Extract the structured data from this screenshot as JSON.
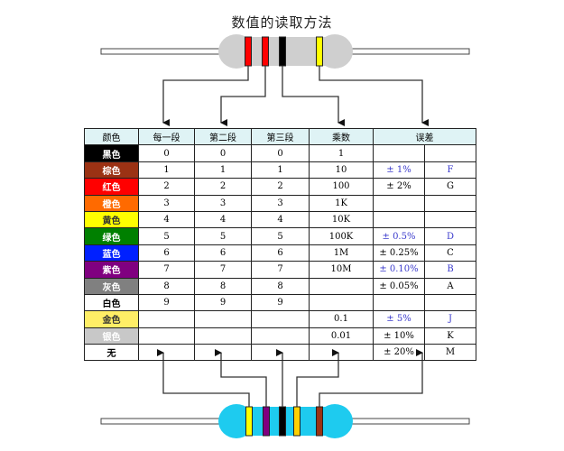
{
  "title": "数值的读取方法",
  "table": {
    "headers": [
      "颜色",
      "每一段",
      "第二段",
      "第三段",
      "乘数",
      "误差"
    ],
    "rows": [
      {
        "color": "黑色",
        "bg": "#000000",
        "fg": "#ffffff",
        "d1": "0",
        "d2": "0",
        "d3": "0",
        "mult": "1",
        "tol": "",
        "code": "",
        "blue": false
      },
      {
        "color": "棕色",
        "bg": "#9b3214",
        "fg": "#ffffff",
        "d1": "1",
        "d2": "1",
        "d3": "1",
        "mult": "10",
        "tol": "± 1%",
        "code": "F",
        "blue": true
      },
      {
        "color": "红色",
        "bg": "#ff0000",
        "fg": "#ffffff",
        "d1": "2",
        "d2": "2",
        "d3": "2",
        "mult": "100",
        "tol": "± 2%",
        "code": "G",
        "blue": false
      },
      {
        "color": "橙色",
        "bg": "#ff6a00",
        "fg": "#ffffff",
        "d1": "3",
        "d2": "3",
        "d3": "3",
        "mult": "1K",
        "tol": "",
        "code": "",
        "blue": false
      },
      {
        "color": "黄色",
        "bg": "#ffff00",
        "fg": "#333333",
        "d1": "4",
        "d2": "4",
        "d3": "4",
        "mult": "10K",
        "tol": "",
        "code": "",
        "blue": false
      },
      {
        "color": "绿色",
        "bg": "#008000",
        "fg": "#ffffff",
        "d1": "5",
        "d2": "5",
        "d3": "5",
        "mult": "100K",
        "tol": "± 0.5%",
        "code": "D",
        "blue": true
      },
      {
        "color": "蓝色",
        "bg": "#0020ff",
        "fg": "#ffffff",
        "d1": "6",
        "d2": "6",
        "d3": "6",
        "mult": "1M",
        "tol": "± 0.25%",
        "code": "C",
        "blue": false
      },
      {
        "color": "紫色",
        "bg": "#800080",
        "fg": "#ffffff",
        "d1": "7",
        "d2": "7",
        "d3": "7",
        "mult": "10M",
        "tol": "± 0.10%",
        "code": "B",
        "blue": true
      },
      {
        "color": "灰色",
        "bg": "#808080",
        "fg": "#ffffff",
        "d1": "8",
        "d2": "8",
        "d3": "8",
        "mult": "",
        "tol": "± 0.05%",
        "code": "A",
        "blue": false
      },
      {
        "color": "白色",
        "bg": "#ffffff",
        "fg": "#000000",
        "d1": "9",
        "d2": "9",
        "d3": "9",
        "mult": "",
        "tol": "",
        "code": "",
        "blue": false
      },
      {
        "color": "金色",
        "bg": "#ffee66",
        "fg": "#333333",
        "d1": "",
        "d2": "",
        "d3": "",
        "mult": "0.1",
        "tol": "± 5%",
        "code": "J",
        "blue": true
      },
      {
        "color": "银色",
        "bg": "#c8c8c8",
        "fg": "#ffffff",
        "d1": "",
        "d2": "",
        "d3": "",
        "mult": "0.01",
        "tol": "± 10%",
        "code": "K",
        "blue": false
      },
      {
        "color": "无",
        "bg": "#ffffff",
        "fg": "#000000",
        "d1": "",
        "d2": "",
        "d3": "",
        "mult": "",
        "tol": "± 20%",
        "code": "M",
        "blue": false
      }
    ]
  },
  "top_resistor": {
    "body_color": "#cfcfcf",
    "bands": [
      "#ff0000",
      "#ff0000",
      "#000000",
      "#ffff00"
    ]
  },
  "bottom_resistor": {
    "body_color": "#1ecbef",
    "bands": [
      "#ffff00",
      "#800080",
      "#000000",
      "#ffd000",
      "#9b3214"
    ]
  }
}
